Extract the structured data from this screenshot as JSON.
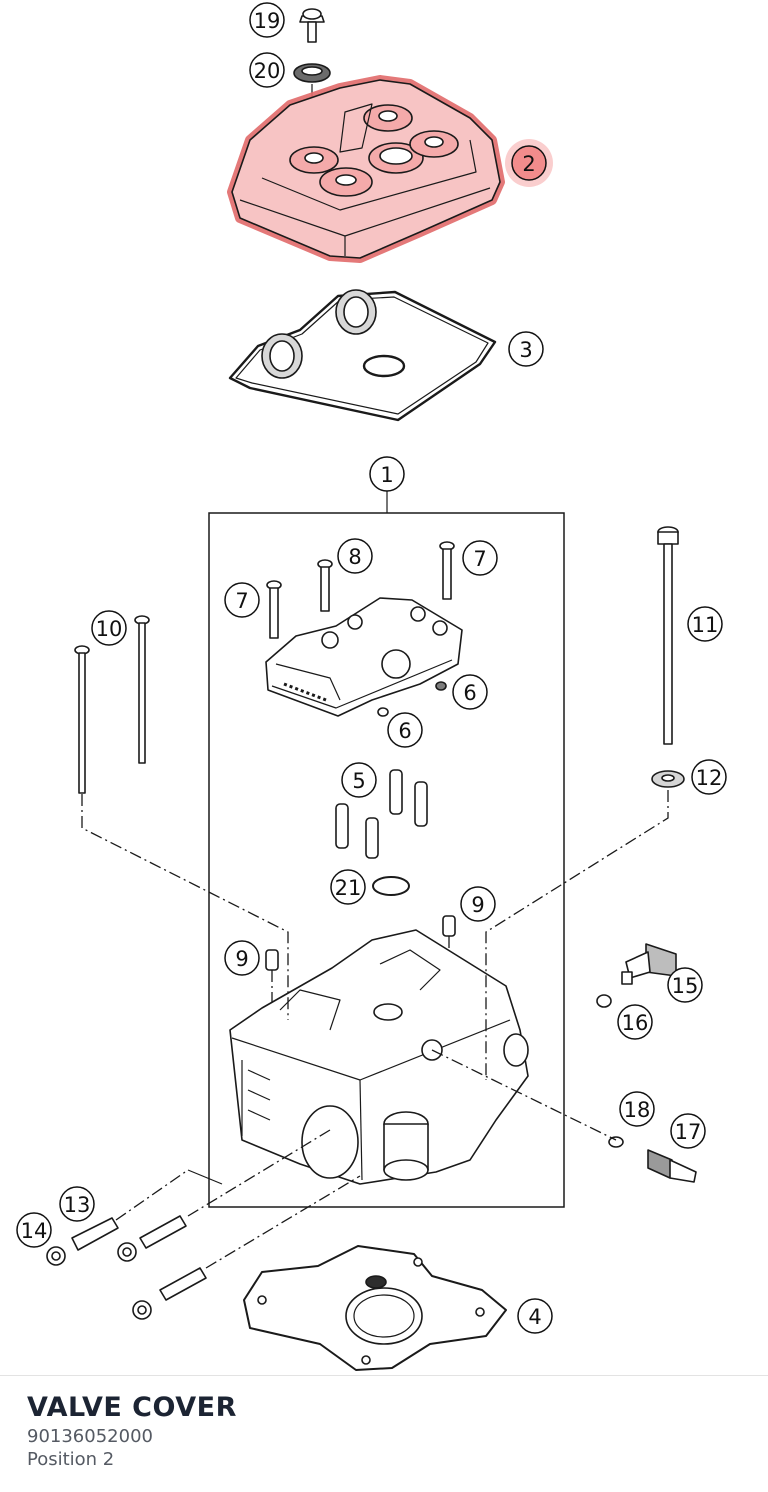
{
  "part": {
    "title": "VALVE COVER",
    "number": "90136052000",
    "position": "Position 2"
  },
  "highlight_color": "#f26d6d",
  "callouts": [
    {
      "id": "c19",
      "label": "19",
      "highlighted": false
    },
    {
      "id": "c20",
      "label": "20",
      "highlighted": false
    },
    {
      "id": "c2",
      "label": "2",
      "highlighted": true
    },
    {
      "id": "c3",
      "label": "3",
      "highlighted": false
    },
    {
      "id": "c1",
      "label": "1",
      "highlighted": false
    },
    {
      "id": "c8",
      "label": "8",
      "highlighted": false
    },
    {
      "id": "c7a",
      "label": "7",
      "highlighted": false
    },
    {
      "id": "c7b",
      "label": "7",
      "highlighted": false
    },
    {
      "id": "c10",
      "label": "10",
      "highlighted": false
    },
    {
      "id": "c11",
      "label": "11",
      "highlighted": false
    },
    {
      "id": "c6a",
      "label": "6",
      "highlighted": false
    },
    {
      "id": "c6b",
      "label": "6",
      "highlighted": false
    },
    {
      "id": "c5",
      "label": "5",
      "highlighted": false
    },
    {
      "id": "c12",
      "label": "12",
      "highlighted": false
    },
    {
      "id": "c21",
      "label": "21",
      "highlighted": false
    },
    {
      "id": "c9a",
      "label": "9",
      "highlighted": false
    },
    {
      "id": "c9b",
      "label": "9",
      "highlighted": false
    },
    {
      "id": "c15",
      "label": "15",
      "highlighted": false
    },
    {
      "id": "c16",
      "label": "16",
      "highlighted": false
    },
    {
      "id": "c18",
      "label": "18",
      "highlighted": false
    },
    {
      "id": "c17",
      "label": "17",
      "highlighted": false
    },
    {
      "id": "c13",
      "label": "13",
      "highlighted": false
    },
    {
      "id": "c14",
      "label": "14",
      "highlighted": false
    },
    {
      "id": "c4",
      "label": "4",
      "highlighted": false
    }
  ]
}
